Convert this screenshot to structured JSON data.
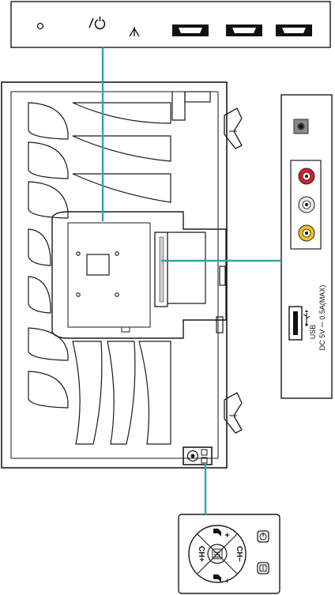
{
  "usb_port": {
    "label": "USB",
    "rating": "DC 5V ⎓ 0.5A(MAX)"
  },
  "control_panel": {
    "channel_up": "CH+",
    "channel_down": "CH−",
    "volume_up": "+",
    "volume_down": "−"
  },
  "colors": {
    "leader_lines": "#2aa7a7",
    "audio_red": "#d81e2c",
    "audio_white": "#e8e8e8",
    "video_yellow": "#f2c019"
  },
  "icons": {
    "top_panel": [
      "ir-sensor-icon",
      "power-indicator-icon",
      "antenna-icon",
      "hdmi-port-icon"
    ],
    "side_panel": [
      "headphone-jack-icon",
      "av-jacks-icon",
      "usb-port-icon"
    ],
    "control_panel": [
      "menu-icon",
      "power-button-icon",
      "input-source-button-icon"
    ]
  }
}
